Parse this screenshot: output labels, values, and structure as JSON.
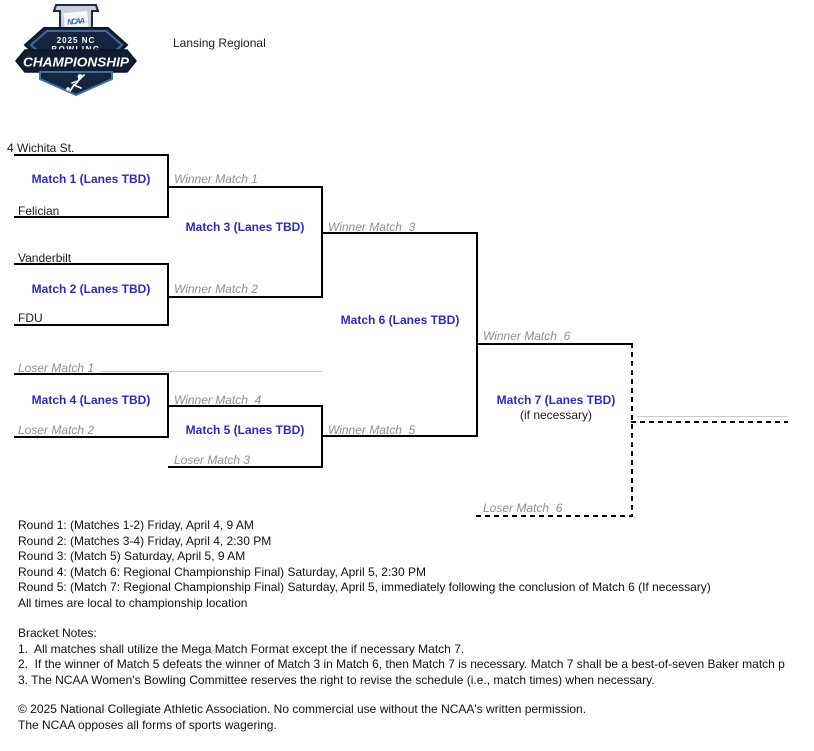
{
  "header": {
    "regional_title": "Lansing Regional",
    "logo": {
      "trophy_text": "NCAA",
      "line1": "2025 NC",
      "line2": "BOWLING",
      "line3": "CHAMPIONSHIP"
    }
  },
  "bracket": {
    "teams": {
      "seed1": "4 Wichita St.",
      "team2": "Felician",
      "team3": "Vanderbilt",
      "team4": "FDU"
    },
    "matches": {
      "match1": "Match 1 (Lanes TBD)",
      "match2": "Match 2 (Lanes TBD)",
      "match3": "Match 3 (Lanes TBD)",
      "match4": "Match 4 (Lanes TBD)",
      "match5": "Match 5 (Lanes TBD)",
      "match6": "Match 6 (Lanes TBD)",
      "match7": "Match 7 (Lanes TBD)",
      "match7_condition": "(if necessary)"
    },
    "slots": {
      "winner1": "Winner Match 1",
      "winner2": "Winner Match 2",
      "winner3": "Winner Match  3",
      "winner4": "Winner Match  4",
      "winner5": "Winner Match  5",
      "winner6": "Winner Match  6",
      "loser1": "Loser Match 1",
      "loser2": "Loser Match 2",
      "loser3": "Loser Match 3",
      "loser6": "Loser Match  6"
    }
  },
  "schedule": {
    "lines": [
      "Round 1: (Matches 1-2) Friday, April 4, 9 AM",
      "Round 2: (Matches 3-4) Friday, April 4, 2:30 PM",
      "Round 3: (Match 5) Saturday, April 5, 9 AM",
      "Round 4: (Match 6: Regional Championship Final) Saturday, April 5, 2:30 PM",
      "Round 5: (Match 7: Regional Championship Final) Saturday, April 5, immediately following the conclusion of Match 6 (If necessary)",
      "All times are local to championship location"
    ]
  },
  "notes": {
    "title": "Bracket Notes:",
    "items": [
      "1.  All matches shall utilize the Mega Match Format except the if necessary Match 7.",
      "2.  If the winner of Match 5 defeats the winner of Match 3 in Match 6, then Match 7 is necessary. Match 7 shall be a best-of-seven Baker match p",
      "3. The NCAA Women's Bowling Committee reserves the right to revise the schedule (i.e., match times) when necessary."
    ]
  },
  "footer": {
    "line1": "© 2025 National Collegiate Athletic Association. No commercial use without the NCAA's written permission.",
    "line2": "The NCAA opposes all forms of sports wagering."
  },
  "colors": {
    "match_label": "#2d2db4",
    "slot_label": "#8f8f8f",
    "bracket_line": "#000000",
    "logo_navy": "#16253f",
    "logo_steel_blue": "#3b6a99",
    "logo_ncaa_blue": "#2e6cb5"
  }
}
